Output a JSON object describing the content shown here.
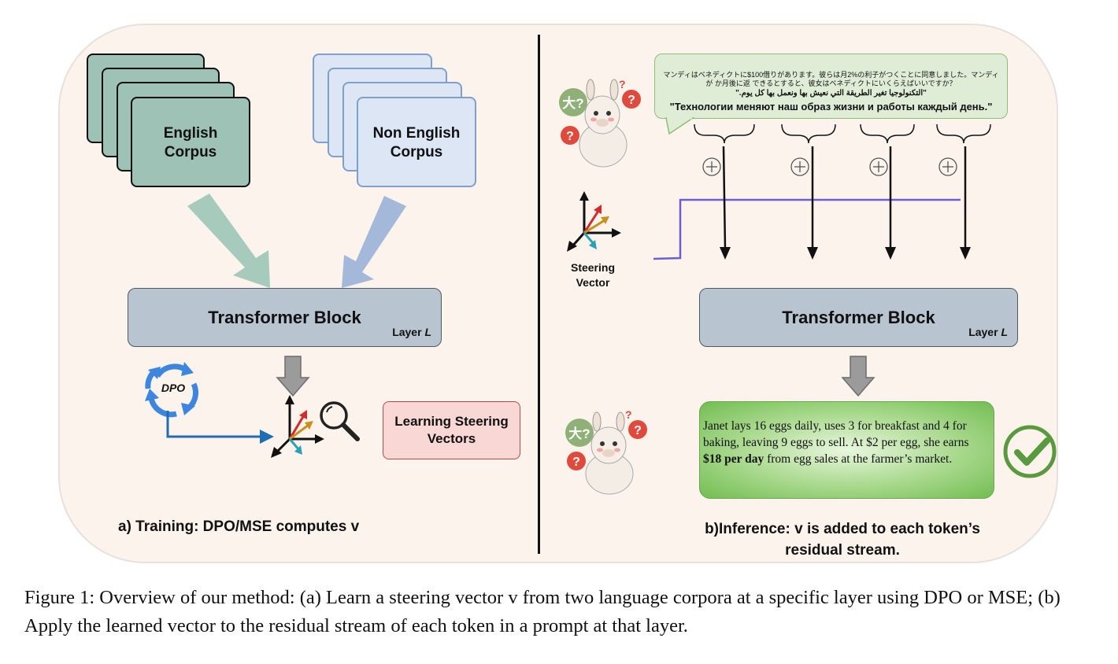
{
  "left_panel": {
    "english_corpus": "English\nCorpus",
    "non_english_corpus": "Non English\nCorpus",
    "transformer_title": "Transformer Block",
    "layer_prefix": "Layer ",
    "layer_var": "L",
    "dpo_label": "DPO",
    "learning_box": "Learning Steering\nVectors",
    "caption": "a) Training: DPO/MSE computes v"
  },
  "right_panel": {
    "prompt_japanese": "マンディはベネディクトに$100借りがあります。彼らは月2%の利子がつくことに同意しました。マンディが か月後に返 できるとすると、彼女はベネディクトにいくらえばいいですか？",
    "prompt_arabic": "\"التكنولوجيا تغير الطريقة التي نعيش بها ونعمل بها كل يوم.\"",
    "prompt_russian": "\"Технологии меняют наш образ жизни и работы каждый день.\"",
    "steering_label": "Steering\nVector",
    "transformer_title": "Transformer Block",
    "layer_prefix": "Layer ",
    "layer_var": "L",
    "answer_part1": "Janet lays 16 eggs daily, uses 3 for breakfast and 4 for baking, leaving 9 eggs to sell. At $2 per egg, she earns ",
    "answer_bold": "$18 per day",
    "answer_part2": " from egg sales at the farmer’s market.",
    "caption": "b)Inference: v is added to each token’s\nresidual stream."
  },
  "figure_caption": "Figure 1: Overview of our method: (a) Learn a steering vector v from two language corpora at a specific layer using DPO or MSE; (b) Apply the learned vector to the residual stream of each token in a prompt at that layer.",
  "colors": {
    "panel_bg": "#fcf3ec",
    "english_card": "#9ec2b5",
    "non_english_card": "#dce6f5",
    "transformer_block": "#b8c4d0",
    "learning_box": "#f8d7d4",
    "answer_box": "#72bd52",
    "prompt_bubble": "#dfedd6",
    "steering_line": "#6b5fd6",
    "check": "#5a9a3e"
  },
  "icons": [
    "llama-icon",
    "dpo-cycle-icon",
    "magnifier-icon",
    "vector-axes-icon",
    "plus-circle-icon",
    "check-circle-icon"
  ]
}
